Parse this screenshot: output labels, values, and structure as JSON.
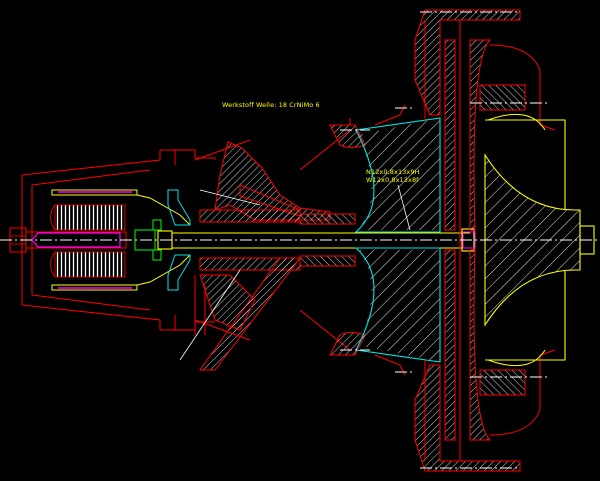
{
  "drawing": {
    "title": "Turbocharger / compressor rotor assembly – sectional drawing",
    "background": "#000000",
    "colors": {
      "outline": "#ff0000",
      "hatch": "#ffffff",
      "centerline": "#ffffff",
      "shaft": "#ffff00",
      "impeller": "#00e5e5",
      "turbine_wheel": "#ffff00",
      "nut": "#00ff00",
      "bolt": "#ff00ff",
      "stator": "#ff00ff",
      "text": "#ffff00"
    },
    "annotations": {
      "material": "Werkstoff Welle: 18 CrNiMo 6",
      "spline_hub": "N12x0,8x13x9H",
      "spline_shaft": "W12x0,8x13x8f"
    },
    "components": [
      {
        "name": "shaft",
        "color_key": "shaft"
      },
      {
        "name": "compressor-impeller",
        "color_key": "impeller"
      },
      {
        "name": "turbine-wheel",
        "color_key": "turbine_wheel"
      },
      {
        "name": "shaft-nut",
        "color_key": "nut"
      },
      {
        "name": "tie-bolt",
        "color_key": "bolt"
      },
      {
        "name": "motor-stator-laminations",
        "color_key": "hatch"
      },
      {
        "name": "bearing-housing",
        "color_key": "outline"
      },
      {
        "name": "volute-casing",
        "color_key": "outline"
      }
    ]
  }
}
